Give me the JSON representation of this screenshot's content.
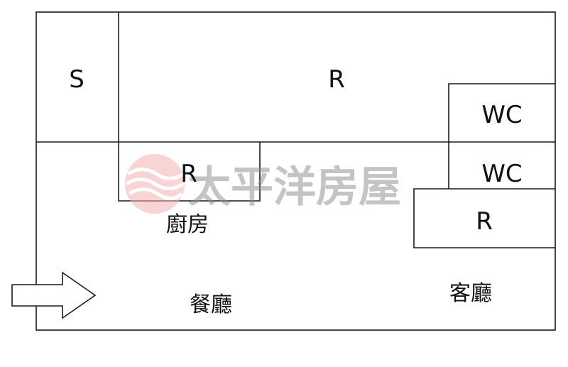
{
  "floor_plan": {
    "rooms": {
      "storage": "S",
      "bedroom_top": "R",
      "bathroom_upper": "WC",
      "bathroom_lower": "WC",
      "bedroom_middle": "R",
      "bedroom_right": "R"
    },
    "areas": {
      "kitchen": "廚房",
      "dining": "餐廳",
      "living": "客廳"
    },
    "entrance_icon": "arrow-right-icon"
  },
  "watermark": {
    "text": "太平洋房屋",
    "logo_icon": "pacific-wave-logo-icon",
    "logo_color": "#e87b7b"
  },
  "colors": {
    "wall": "#1a1a1a",
    "background": "#ffffff"
  }
}
